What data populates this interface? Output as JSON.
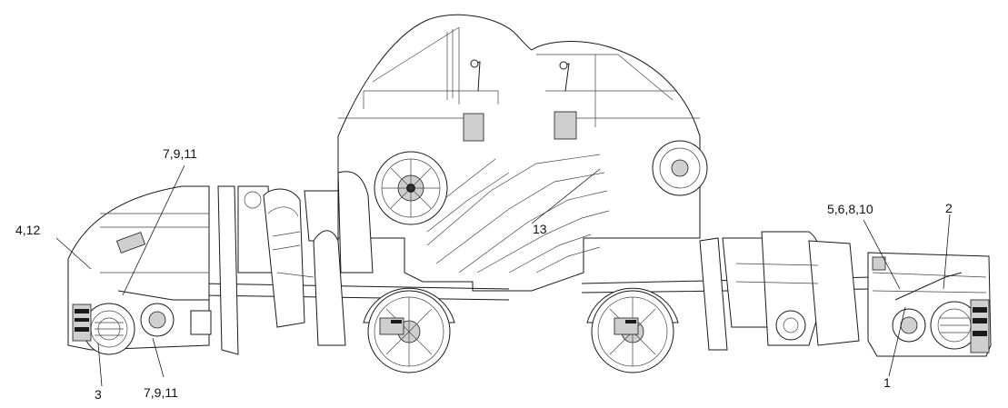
{
  "callouts": {
    "top_left": "7,9,11",
    "left": "4,12",
    "bottom_left_num": "3",
    "bottom_left_group": "7,9,11",
    "center": "13",
    "right_group": "5,6,8,10",
    "right_top": "2",
    "right_bottom": "1"
  }
}
